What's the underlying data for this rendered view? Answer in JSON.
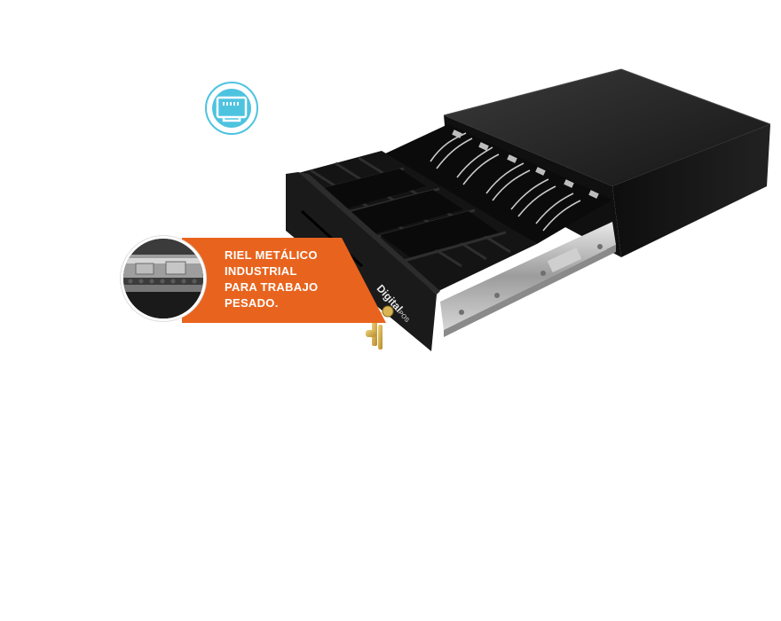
{
  "product": {
    "brand": "Digital",
    "brand_suffix": "POS"
  },
  "callout": {
    "lines": [
      "RIEL METÁLICO",
      "INDUSTRIAL",
      "PARA TRABAJO",
      "PESADO."
    ]
  },
  "colors": {
    "callout_orange": "#e8641e",
    "badge_cyan": "#4ec3e0",
    "drawer_black": "#1c1c1c"
  },
  "icons": {
    "badge": "ethernet-port-icon"
  }
}
